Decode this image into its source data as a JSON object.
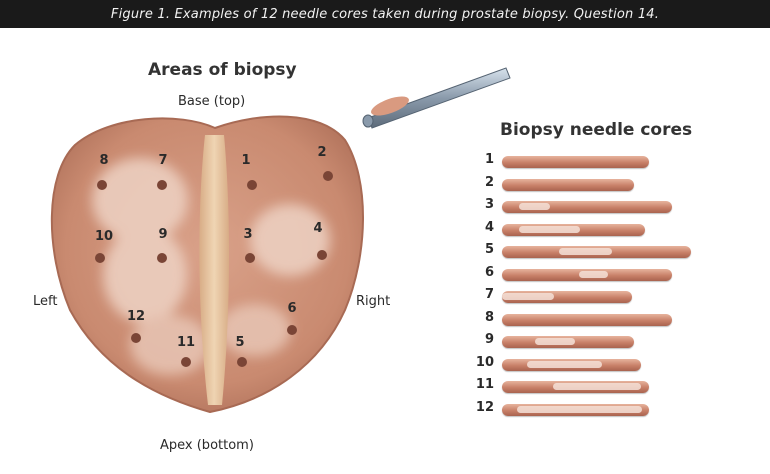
{
  "caption": "Figure 1. Examples of 12 needle cores taken during prostate biopsy. Question 14.",
  "areas_title": "Areas of biopsy",
  "cores_title": "Biopsy needle cores",
  "orientation": {
    "base": "Base (top)",
    "apex": "Apex (bottom)",
    "left": "Left",
    "right": "Right"
  },
  "biopsy_sites": [
    {
      "label": "8"
    },
    {
      "label": "7"
    },
    {
      "label": "1"
    },
    {
      "label": "2"
    },
    {
      "label": "10"
    },
    {
      "label": "9"
    },
    {
      "label": "3"
    },
    {
      "label": "4"
    },
    {
      "label": "12"
    },
    {
      "label": "6"
    },
    {
      "label": "11"
    },
    {
      "label": "5"
    }
  ],
  "cores": [
    {
      "label": "1",
      "length": 0.7,
      "pale": []
    },
    {
      "label": "2",
      "length": 0.63,
      "pale": []
    },
    {
      "label": "3",
      "length": 0.81,
      "pale": [
        [
          0.1,
          0.28
        ]
      ]
    },
    {
      "label": "4",
      "length": 0.68,
      "pale": [
        [
          0.12,
          0.55
        ]
      ]
    },
    {
      "label": "5",
      "length": 0.9,
      "pale": [
        [
          0.3,
          0.58
        ]
      ]
    },
    {
      "label": "6",
      "length": 0.81,
      "pale": [
        [
          0.45,
          0.62
        ]
      ]
    },
    {
      "label": "7",
      "length": 0.62,
      "pale": [
        [
          0.0,
          0.4
        ]
      ]
    },
    {
      "label": "8",
      "length": 0.81,
      "pale": []
    },
    {
      "label": "9",
      "length": 0.63,
      "pale": [
        [
          0.25,
          0.55
        ]
      ]
    },
    {
      "label": "10",
      "length": 0.66,
      "pale": [
        [
          0.18,
          0.72
        ]
      ]
    },
    {
      "label": "11",
      "length": 0.7,
      "pale": [
        [
          0.35,
          0.95
        ]
      ]
    },
    {
      "label": "12",
      "length": 0.7,
      "pale": [
        [
          0.1,
          0.95
        ]
      ]
    }
  ],
  "colors": {
    "gland": "#c98a70",
    "gland_edge": "#a86a54",
    "pale_area": "#eccfc0",
    "urethra": "#e9c9a0",
    "spot": "#7a4536"
  }
}
